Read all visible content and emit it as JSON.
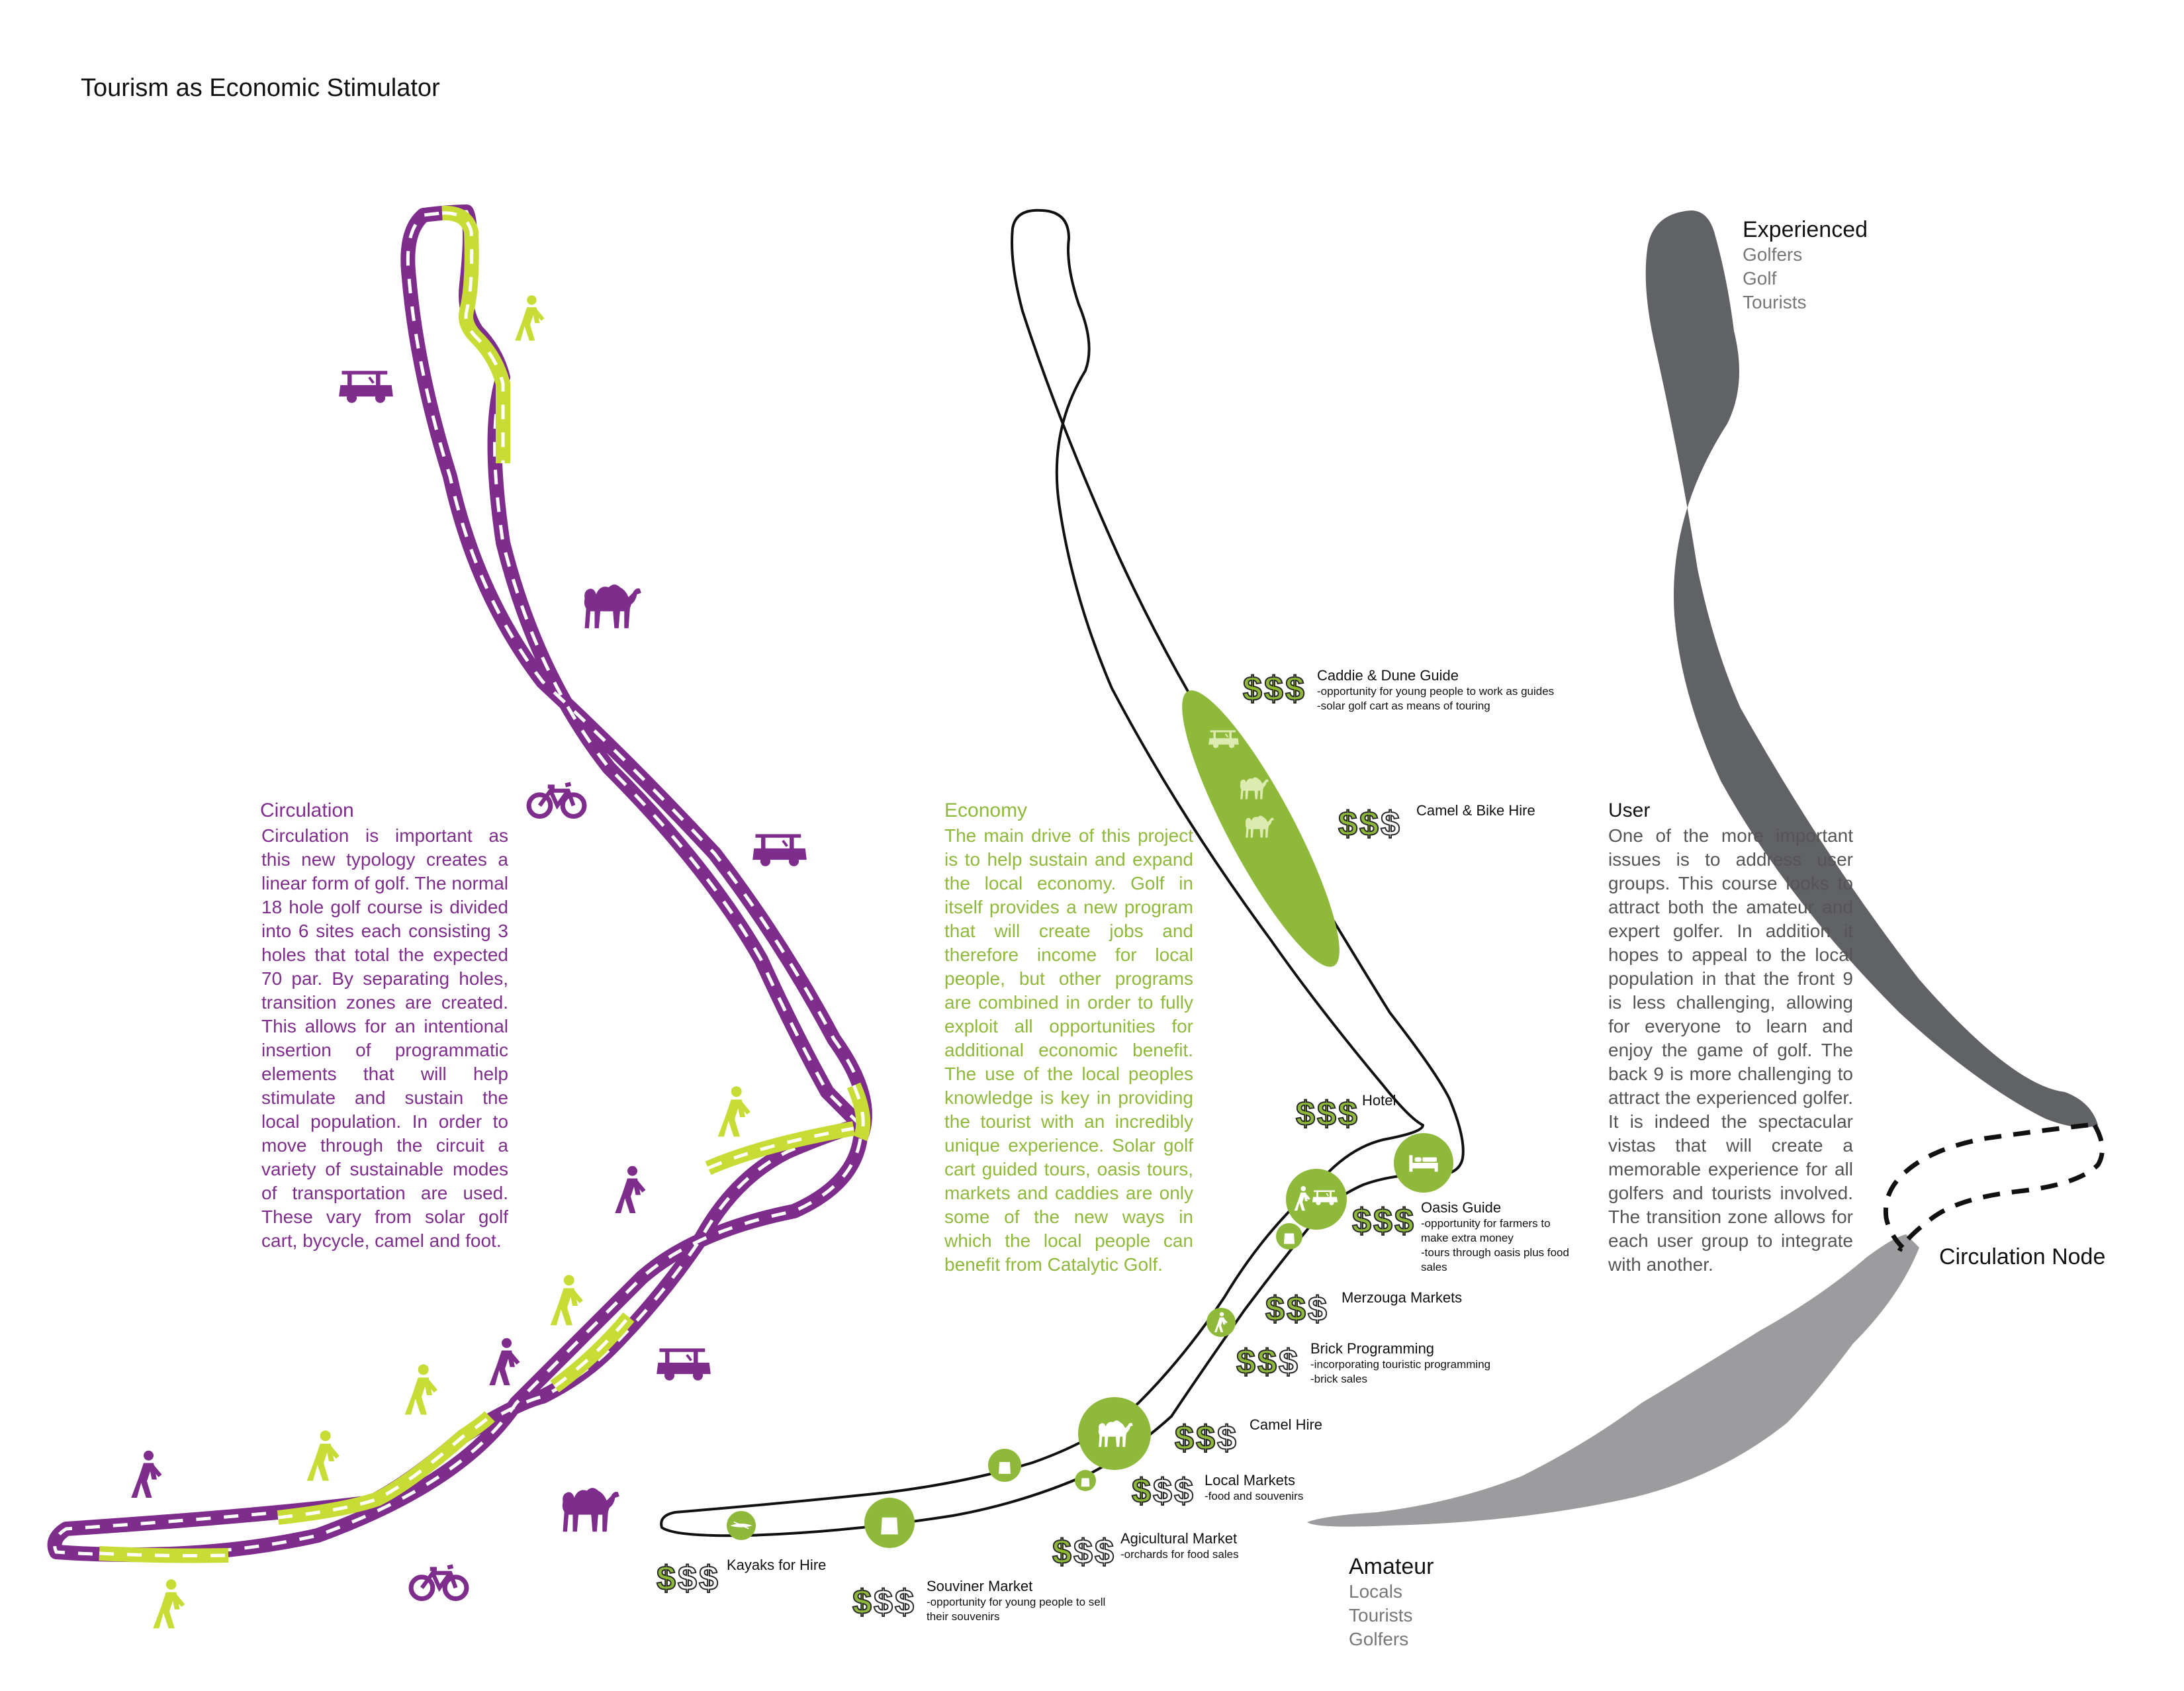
{
  "title": "Tourism as Economic Stimulator",
  "colors": {
    "purple": "#7e2d8c",
    "lime": "#c8dc36",
    "green": "#8fb93a",
    "dark_grey": "#616265",
    "light_grey": "#9c9c9e"
  },
  "circulation": {
    "heading": "Circulation",
    "body": "Circulation is important as this new typology creates a linear form of golf. The normal 18 hole golf course is divided into 6 sites each consisting 3 holes that total the expected 70 par. By separating holes, transition zones are created. This allows for an intentional insertion of programmatic elements that will help stimulate and sustain the local population. In order to move through the circuit a variety of sustainable modes of transportation are used. These vary from solar golf cart, bycycle, camel and foot.",
    "icons": [
      "golf-cart-icon",
      "camel-icon",
      "bicycle-icon",
      "walker-icon"
    ]
  },
  "economy": {
    "heading": "Economy",
    "body": "The main drive of this project is to help sustain and expand the local economy. Golf in itself provides a new program that will create jobs and therefore income for local people, but other programs are combined in order to fully exploit all opportunities for additional economic benefit. The use of the local peoples knowledge is key in providing the tourist with an incredibly unique experience. Solar golf cart guided tours, oasis tours, markets and caddies are only some of the new ways in which the local people can benefit from Catalytic Golf.",
    "dollar_sign": "$",
    "programs": [
      {
        "name": "Caddie & Dune Guide",
        "notes": [
          "-opportunity for young people  to work as guides",
          "-solar golf cart as means of touring"
        ],
        "dollars": 3
      },
      {
        "name": "Camel & Bike Hire",
        "notes": [],
        "dollars": 2
      },
      {
        "name": "Hotel",
        "notes": [],
        "dollars": 3
      },
      {
        "name": "Oasis Guide",
        "notes": [
          "-opportunity for farmers to",
          "make extra money",
          "-tours through oasis plus food",
          "sales"
        ],
        "dollars": 3
      },
      {
        "name": "Merzouga Markets",
        "notes": [],
        "dollars": 2
      },
      {
        "name": "Brick Programming",
        "notes": [
          "-incorporating touristic programming",
          "-brick sales"
        ],
        "dollars": 2
      },
      {
        "name": "Camel Hire",
        "notes": [],
        "dollars": 2
      },
      {
        "name": "Local Markets",
        "notes": [
          "-food and souvenirs"
        ],
        "dollars": 1
      },
      {
        "name": "Agicultural Market",
        "notes": [
          "-orchards for food sales"
        ],
        "dollars": 1
      },
      {
        "name": "Kayaks for Hire",
        "notes": [],
        "dollars": 1
      },
      {
        "name": "Souviner Market",
        "notes": [
          "-opportunity for young people to sell",
          "their souvenirs"
        ],
        "dollars": 1
      }
    ]
  },
  "user": {
    "heading": "User",
    "body": "One of the more important issues is to address user groups. This course looks to attract both the amateur and expert golfer. In addition it hopes to appeal to the local population in that the front 9 is less challenging, allowing for everyone to learn and enjoy the game of golf. The back 9 is more challenging to attract the experienced golfer. It is indeed the spectacular vistas that will create a memorable experience for all golfers and tourists involved. The transition zone allows for each user group to integrate with another.",
    "experienced": {
      "title": "Experienced",
      "items": [
        "Golfers",
        "Golf",
        "Tourists"
      ]
    },
    "amateur": {
      "title": "Amateur",
      "items": [
        "Locals",
        "Tourists",
        "Golfers"
      ]
    },
    "node_label": "Circulation Node"
  }
}
